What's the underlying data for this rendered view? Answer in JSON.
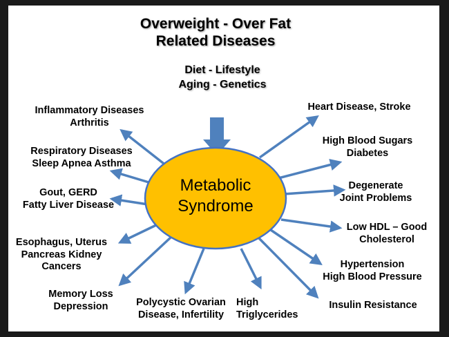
{
  "title": "Overweight - Over Fat\nRelated Diseases",
  "causes": "Diet - Lifestyle\nAging - Genetics",
  "center": "Metabolic\nSyndrome",
  "colors": {
    "ellipse_fill": "#FFC000",
    "ellipse_stroke": "#4472C4",
    "arrow": "#4F81BD"
  },
  "left_labels": [
    "Inflammatory Diseases\nArthritis",
    "Respiratory Diseases\nSleep Apnea Asthma",
    "Gout, GERD\nFatty Liver Disease",
    "Esophagus, Uterus\nPancreas Kidney\nCancers",
    "Memory Loss\nDepression"
  ],
  "bottom_labels": [
    "Polycystic Ovarian\nDisease, Infertility",
    "High\n Triglycerides"
  ],
  "right_labels": [
    "Heart Disease, Stroke",
    "High Blood Sugars\nDiabetes",
    "Degenerate\nJoint Problems",
    "Low HDL – Good\nCholesterol",
    "Hypertension\nHigh Blood Pressure",
    "Insulin Resistance"
  ]
}
